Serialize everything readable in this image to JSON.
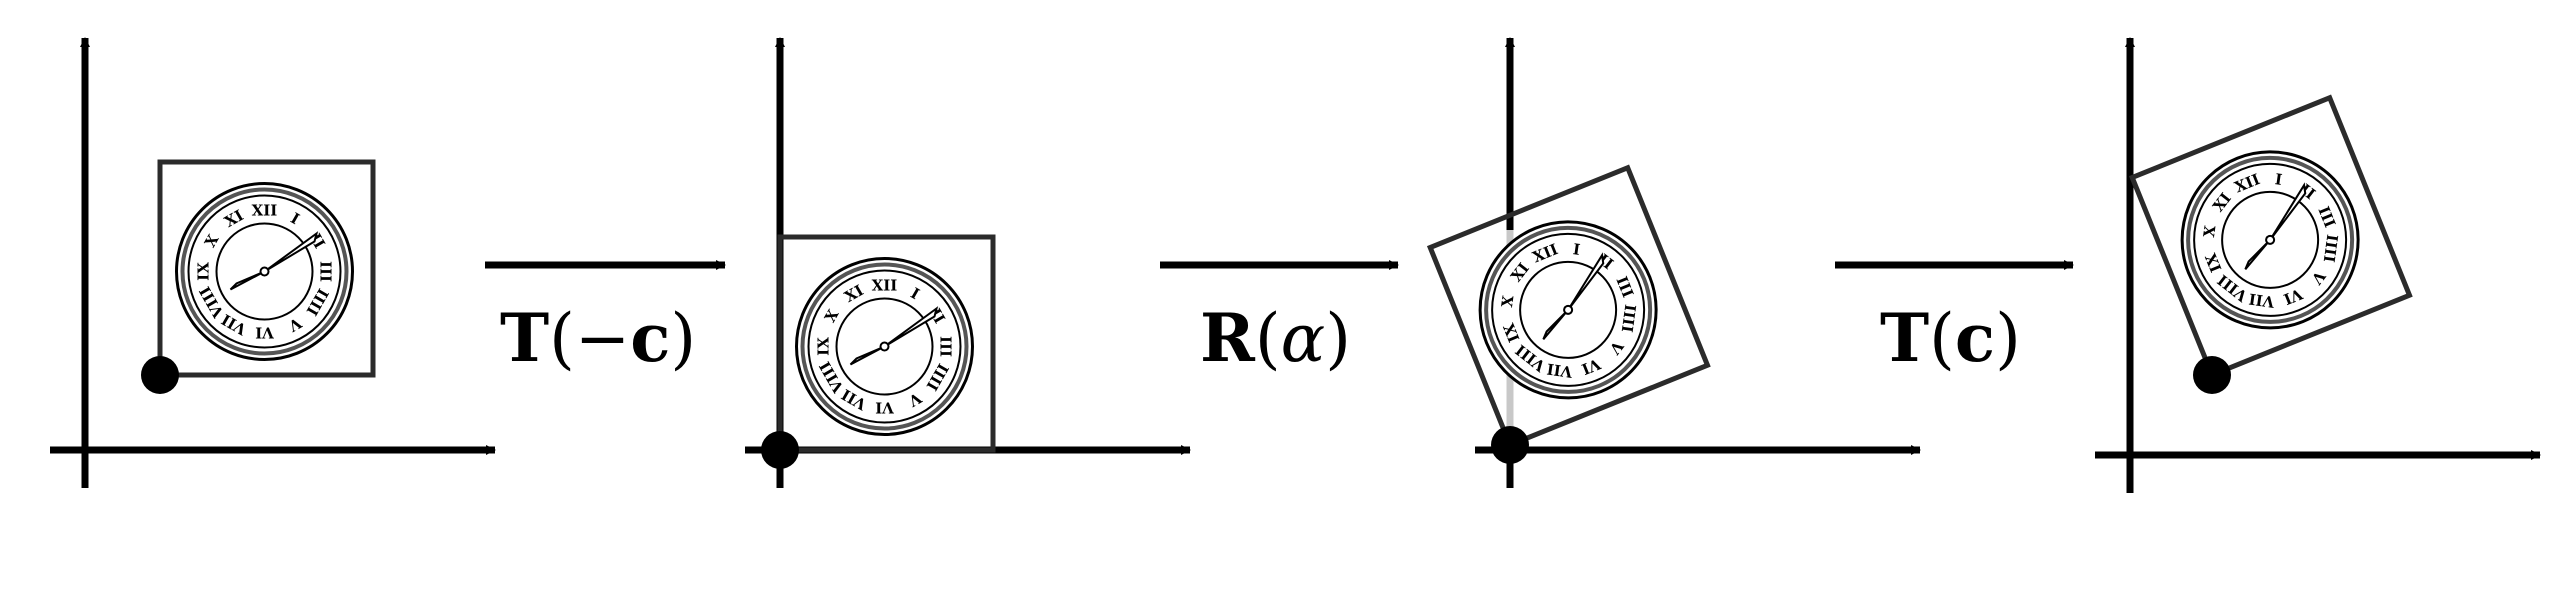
{
  "diagram": {
    "colors": {
      "ink": "#000000",
      "box": "#2b2b2b",
      "ghost": "#c8c8c8",
      "clock_ring": "#555555"
    },
    "panels": [
      {
        "id": "original",
        "rotation_deg": 0
      },
      {
        "id": "translated-to-origin",
        "rotation_deg": 0
      },
      {
        "id": "rotated",
        "rotation_deg": -22
      },
      {
        "id": "translated-back",
        "rotation_deg": -22
      }
    ],
    "operations": [
      {
        "id": "translate-neg",
        "matrix": "T",
        "open": "(",
        "sign": "−",
        "arg": "c",
        "close": ")"
      },
      {
        "id": "rotate",
        "matrix": "R",
        "open": "(",
        "sign": "",
        "arg": "α",
        "close": ")"
      },
      {
        "id": "translate-pos",
        "matrix": "T",
        "open": "(",
        "sign": "",
        "arg": "c",
        "close": ")"
      }
    ],
    "clock_numerals": [
      "XII",
      "I",
      "II",
      "III",
      "IIII",
      "V",
      "VI",
      "VII",
      "VIII",
      "IX",
      "X",
      "XI"
    ]
  }
}
